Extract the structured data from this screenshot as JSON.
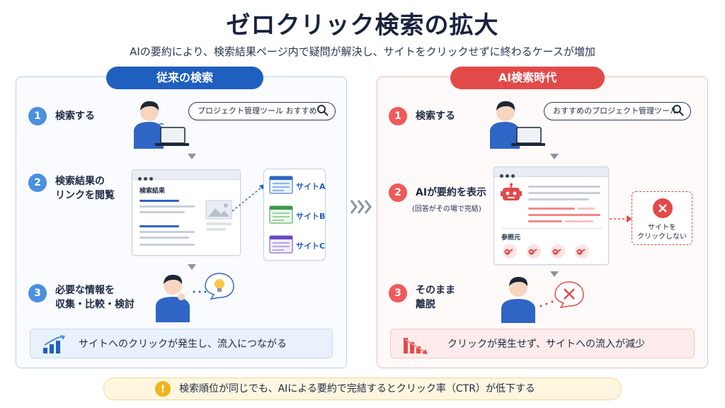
{
  "title": "ゼロクリック検索の拡大",
  "subtitle": "AIの要約により、検索結果ページ内で疑問が解決し、サイトをクリックせずに終わるケースが増加",
  "left": {
    "heading": "従来の検索",
    "query": "プロジェクト管理ツール おすすめ",
    "steps": [
      {
        "num": "1",
        "label": "検索する"
      },
      {
        "num": "2",
        "label_line1": "検索結果の",
        "label_line2": "リンクを閲覧"
      },
      {
        "num": "3",
        "label_line1": "必要な情報を",
        "label_line2": "収集・比較・検討"
      }
    ],
    "results_label": "検索結果",
    "sites": [
      "サイトA",
      "サイトB",
      "サイトC"
    ],
    "banner": "サイトへのクリックが発生し、流入につながる"
  },
  "right": {
    "heading": "AI検索時代",
    "query": "おすすめのプロジェクト管理ツール",
    "steps": [
      {
        "num": "1",
        "label": "検索する"
      },
      {
        "num": "2",
        "label": "AIが要約を表示",
        "sub": "(回答がその場で完結)"
      },
      {
        "num": "3",
        "label_line1": "そのまま",
        "label_line2": "離脱"
      }
    ],
    "sources_label": "参照元",
    "no_click_line1": "サイトを",
    "no_click_line2": "クリックしない",
    "banner": "クリックが発生せず、サイトへの流入が減少"
  },
  "footer": "検索順位が同じでも、AIによる要約で完結するとクリック率（CTR）が低下する",
  "colors": {
    "blue": "#1f5fbf",
    "red": "#e24a4a",
    "amber": "#f2b21b"
  },
  "icons": [
    "person-laptop-icon",
    "search-icon",
    "robot-icon",
    "link-icon",
    "lightbulb-icon",
    "close-icon",
    "bar-chart-up-icon",
    "bar-chart-down-icon",
    "warning-icon",
    "chevron-right-icon"
  ]
}
